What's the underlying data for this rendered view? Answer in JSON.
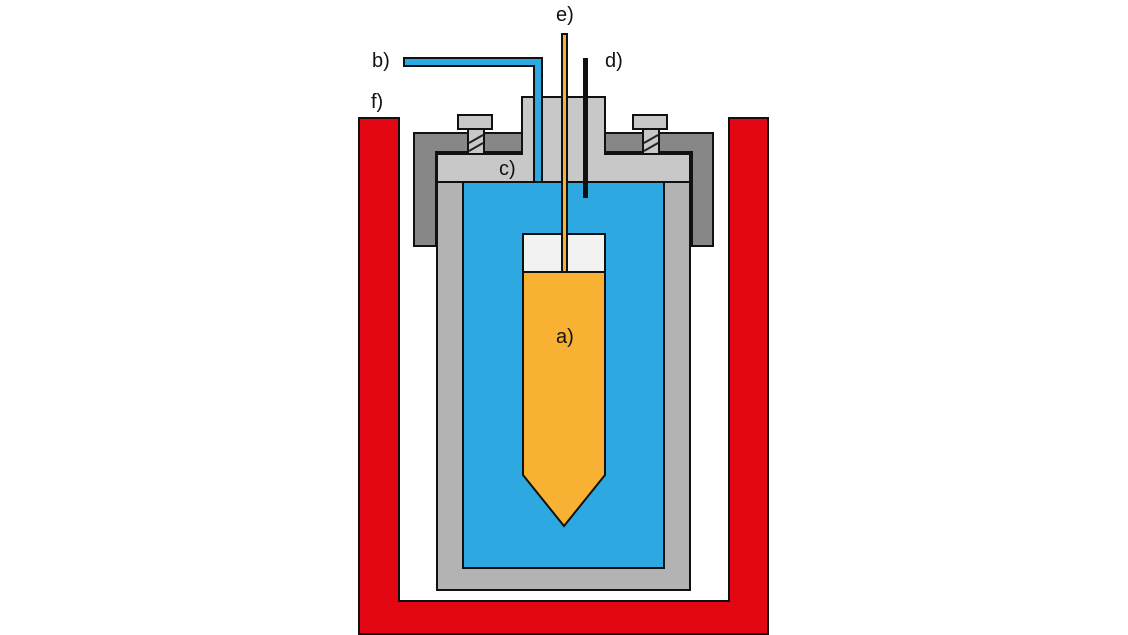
{
  "diagram": {
    "labels": {
      "a": "a)",
      "b": "b)",
      "c": "c)",
      "d": "d)",
      "e": "e)",
      "f": "f)"
    },
    "colors": {
      "heater_red": "#e30613",
      "vessel_gray": "#b3b3b3",
      "lid_gray": "#c8c8c8",
      "bracket_gray": "#878787",
      "liquid_blue": "#2ea8e0",
      "sample_orange": "#f8b133",
      "cap_white": "#f2f2f2",
      "probe_black": "#111111"
    }
  }
}
